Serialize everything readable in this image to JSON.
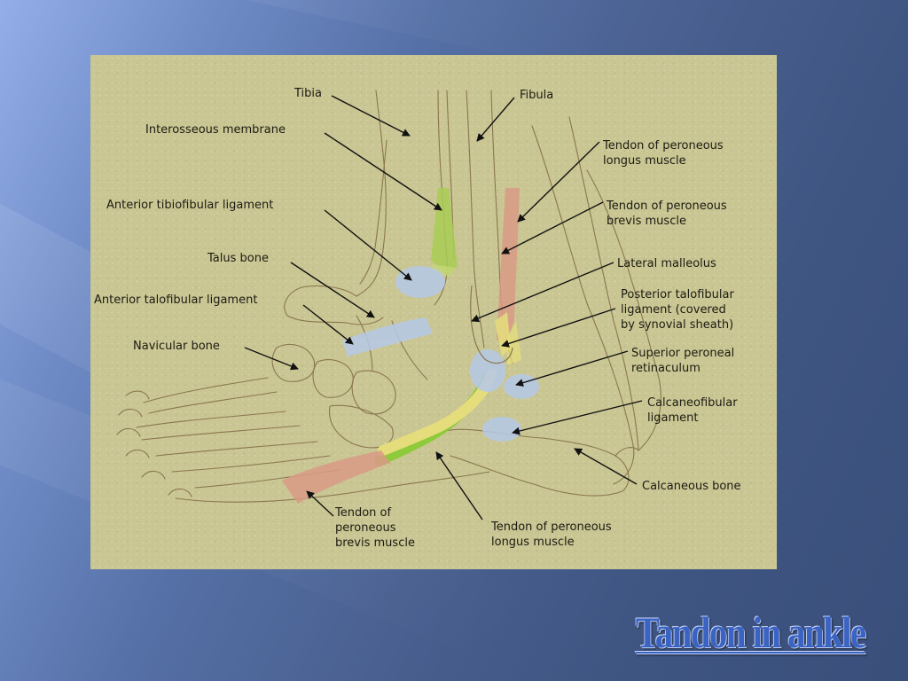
{
  "slide": {
    "title": "Tandon in ankle"
  },
  "figure": {
    "labels": {
      "tibia": "Tibia",
      "fibula": "Fibula",
      "interosseous_membrane": "Interosseous membrane",
      "tendon_peroneus_longus_upper": [
        "Tendon of peroneous",
        "longus muscle"
      ],
      "anterior_tibiofibular_ligament": "Anterior tibiofibular ligament",
      "tendon_peroneus_brevis_upper": [
        "Tendon of peroneous",
        "brevis muscle"
      ],
      "talus_bone": "Talus bone",
      "lateral_malleolus": "Lateral malleolus",
      "anterior_talofibular_ligament": "Anterior talofibular ligament",
      "posterior_talofibular_ligament": [
        "Posterior talofibular",
        "ligament (covered",
        "by synovial sheath)"
      ],
      "navicular_bone": "Navicular bone",
      "superior_peroneal_retinaculum": [
        "Superior peroneal",
        "retinaculum"
      ],
      "calcaneofibular_ligament": [
        "Calcaneofibular",
        "ligament"
      ],
      "calcaneous_bone": "Calcaneous bone",
      "tendon_peroneus_brevis_lower": [
        "Tendon of",
        "peroneous",
        "brevis muscle"
      ],
      "tendon_peroneus_longus_lower": [
        "Tendon of peroneous",
        "longus muscle"
      ]
    },
    "colors": {
      "background": "#c9c693",
      "bone_line": "#8a7650",
      "interosseous_green": "#a9cd55",
      "peroneus_longus_green": "#8fca3c",
      "peroneus_brevis_yellow": "#e5dd7c",
      "tendon_red": "#d99a86",
      "ligament_blue": "#b6c9e8",
      "leader_line": "#111111"
    }
  }
}
